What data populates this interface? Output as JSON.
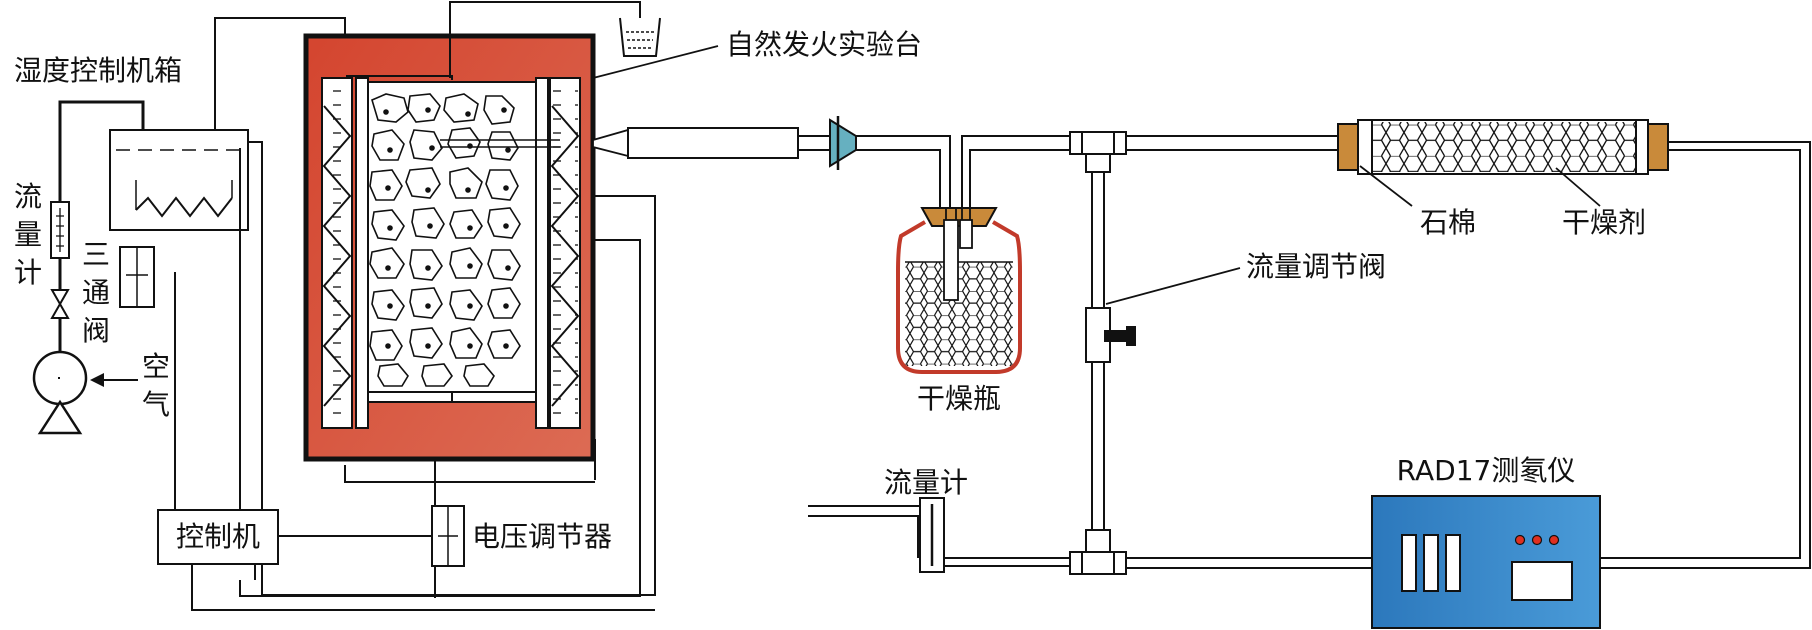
{
  "labels": {
    "test_bench": "自然发火实验台",
    "humidity_box": "湿度控制机箱",
    "flowmeter_left_1": "流",
    "flowmeter_left_2": "量",
    "flowmeter_left_3": "计",
    "three_way_1": "三",
    "three_way_2": "通",
    "three_way_3": "阀",
    "air_1": "空",
    "air_2": "气",
    "controller": "控制机",
    "voltage_regulator": "电压调节器",
    "drying_bottle": "干燥瓶",
    "flow_valve": "流量调节阀",
    "flowmeter_right": "流量计",
    "asbestos": "石棉",
    "desiccant": "干燥剂",
    "radon_meter": "RAD17测氡仪"
  },
  "colors": {
    "chamber_red": "#d24a33",
    "chamber_red_light": "#dc6a55",
    "line": "#111111",
    "water_blue": "#66b0c0",
    "bottle_red": "#c23a2a",
    "stopper_orange": "#c98a3a",
    "meter_blue": "#2f7fc0",
    "meter_blue_light": "#3f94d4",
    "meter_red_dot": "#e03020"
  }
}
